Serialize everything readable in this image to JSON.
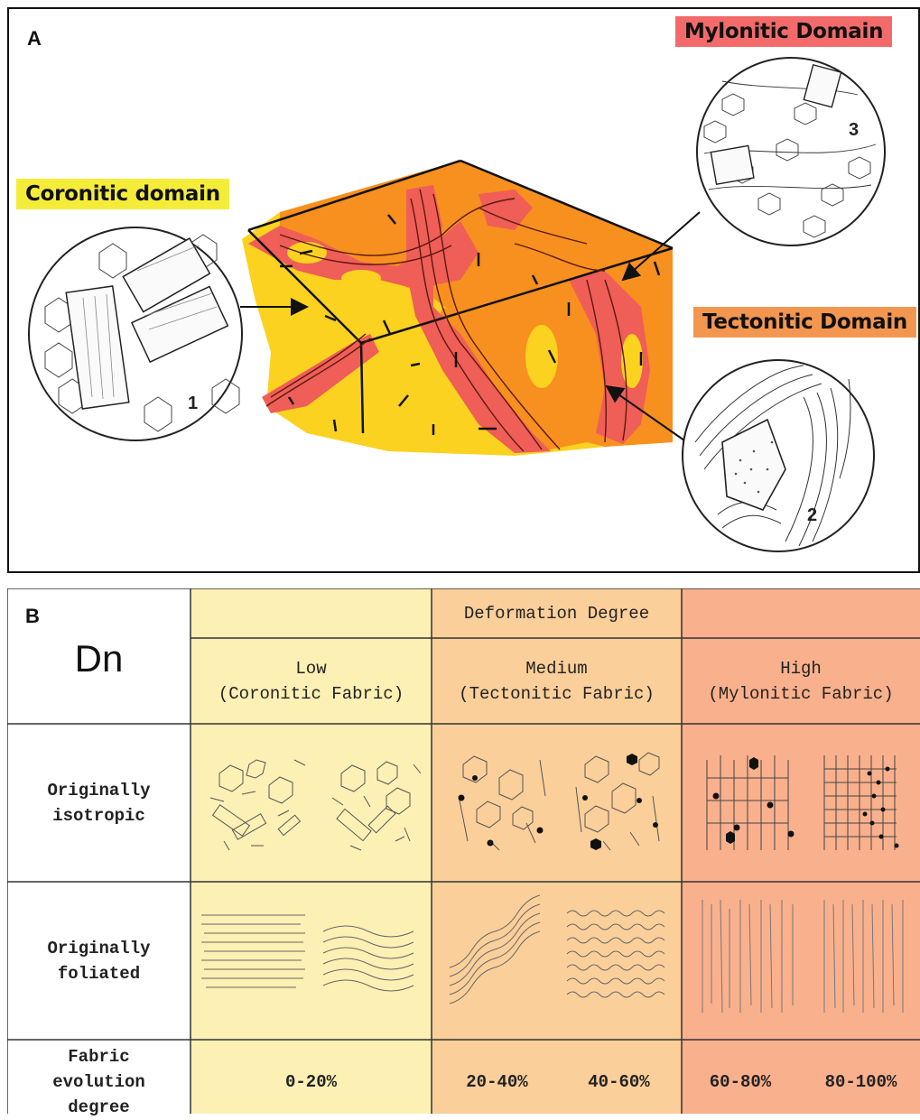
{
  "panel_a": {
    "label": "A",
    "domains": {
      "coronitic": "Coronitic domain",
      "mylonitic": "Mylonitic Domain",
      "tectonitic": "Tectonitic Domain"
    },
    "inset_numbers": [
      "1",
      "2",
      "3"
    ]
  },
  "panel_b": {
    "label": "B",
    "corner_title": "Dn",
    "group_header": "Deformation Degree",
    "columns": [
      {
        "name": "Low",
        "fabric": "(Coronitic Fabric)"
      },
      {
        "name": "Medium",
        "fabric": "(Tectonitic Fabric)"
      },
      {
        "name": "High",
        "fabric": "(Mylonitic Fabric)"
      }
    ],
    "rows": [
      {
        "label_line1": "Originally",
        "label_line2": "isotropic"
      },
      {
        "label_line1": "Originally",
        "label_line2": "foliated"
      },
      {
        "label_line1": "Fabric",
        "label_line2": "evolution",
        "label_line3": "degree"
      }
    ],
    "evolution_values": [
      "0-20%",
      "20-40%",
      "40-60%",
      "60-80%",
      "80-100%"
    ],
    "colors": {
      "low": "#fdf0b4",
      "medium": "#fbcf9a",
      "high": "#f9b08d"
    }
  }
}
